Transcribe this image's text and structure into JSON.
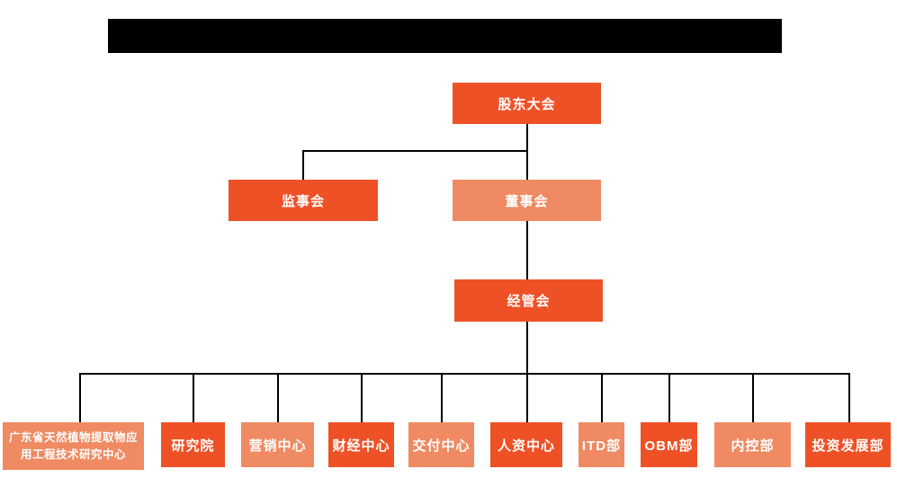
{
  "colors": {
    "node_primary": "#EE5126",
    "node_secondary": "#EF8A62",
    "connector": "#000000",
    "node_text": "#FFFFFF",
    "title_bar": "#000000",
    "background": "#FFFFFF"
  },
  "title_bar": {
    "redacted": true,
    "text": ""
  },
  "org": {
    "root": {
      "label": "股东大会"
    },
    "level2": [
      {
        "label": "监事会",
        "variant": "dark"
      },
      {
        "label": "董事会",
        "variant": "light"
      }
    ],
    "level3": {
      "label": "经管会",
      "variant": "dark"
    },
    "departments": [
      {
        "label": "广东省天然植物提取物应用工程技术研究中心",
        "variant": "light"
      },
      {
        "label": "研究院",
        "variant": "dark"
      },
      {
        "label": "营销中心",
        "variant": "light"
      },
      {
        "label": "财经中心",
        "variant": "dark"
      },
      {
        "label": "交付中心",
        "variant": "light"
      },
      {
        "label": "人资中心",
        "variant": "dark"
      },
      {
        "label": "ITD部",
        "variant": "light"
      },
      {
        "label": "OBM部",
        "variant": "dark"
      },
      {
        "label": "内控部",
        "variant": "light"
      },
      {
        "label": "投资发展部",
        "variant": "dark"
      }
    ]
  }
}
